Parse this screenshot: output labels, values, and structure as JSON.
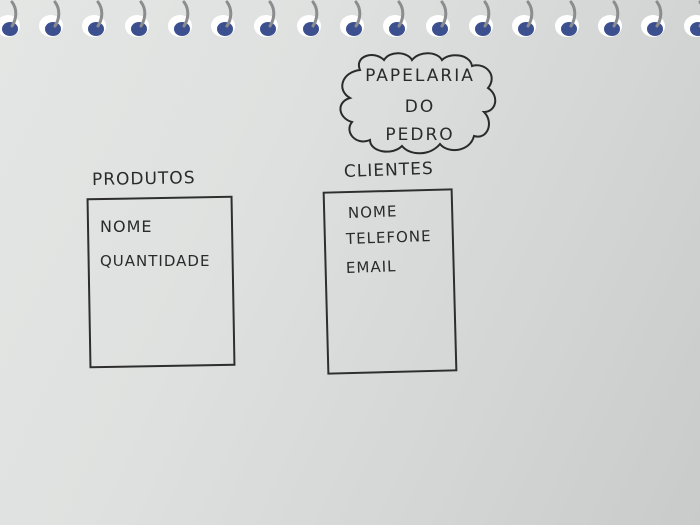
{
  "title": {
    "lines": [
      "PAPELARIA",
      "DO",
      "PEDRO"
    ]
  },
  "entities": [
    {
      "name": "PRODUTOS",
      "attributes": [
        "NOME",
        "QUANTIDADE"
      ]
    },
    {
      "name": "CLIENTES",
      "attributes": [
        "NOME",
        "TELEFONE",
        "EMAIL"
      ]
    }
  ],
  "colors": {
    "ink": "#2a2a2a",
    "paper": "#dfe1e0",
    "spiral": "#3c4f8f"
  }
}
